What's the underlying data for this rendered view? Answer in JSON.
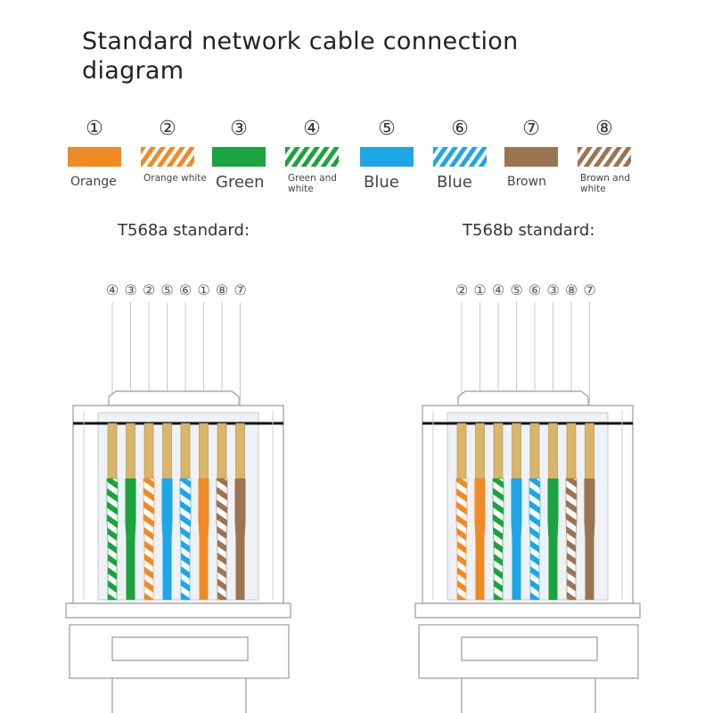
{
  "title": "Standard network cable connection diagram",
  "legend": [
    {
      "num": "①",
      "label": "Orange",
      "size": "med",
      "color": "#F08A24",
      "striped": false
    },
    {
      "num": "②",
      "label": "Orange white",
      "size": "small",
      "color": "#F08A24",
      "striped": true
    },
    {
      "num": "③",
      "label": "Green",
      "size": "big",
      "color": "#1AA33E",
      "striped": false
    },
    {
      "num": "④",
      "label": "Green and white",
      "size": "small",
      "color": "#1AA33E",
      "striped": true
    },
    {
      "num": "⑤",
      "label": "Blue",
      "size": "big",
      "color": "#1EA6E6",
      "striped": false
    },
    {
      "num": "⑥",
      "label": "Blue",
      "size": "big",
      "color": "#1EA6E6",
      "striped": true
    },
    {
      "num": "⑦",
      "label": "Brown",
      "size": "med",
      "color": "#9B7452",
      "striped": false
    },
    {
      "num": "⑧",
      "label": "Brown and white",
      "size": "small",
      "color": "#9B7452",
      "striped": true
    }
  ],
  "standards": [
    {
      "label": "T568a standard:",
      "order": [
        "④",
        "③",
        "②",
        "⑤",
        "⑥",
        "①",
        "⑧",
        "⑦"
      ]
    },
    {
      "label": "T568b standard:",
      "order": [
        "②",
        "①",
        "④",
        "⑤",
        "⑥",
        "③",
        "⑧",
        "⑦"
      ]
    }
  ]
}
